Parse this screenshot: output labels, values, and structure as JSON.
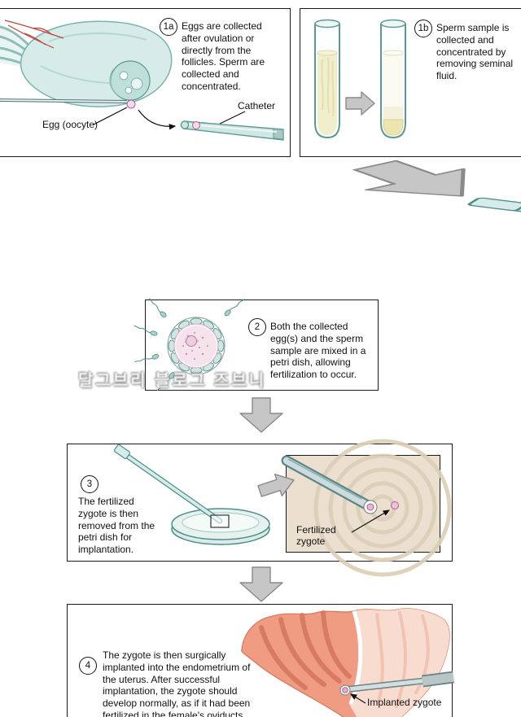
{
  "steps": {
    "s1a": {
      "badge": "1a",
      "text": "Eggs are collected after ovulation or directly from the follicles. Sperm are collected and concentrated."
    },
    "s1b": {
      "badge": "1b",
      "text": "Sperm sample is collected and concentrated by removing seminal fluid."
    },
    "s2": {
      "badge": "2",
      "text": "Both the collected egg(s) and the sperm sample are mixed in a petri dish, allowing fertilization to occur."
    },
    "s3": {
      "badge": "3",
      "text": "The fertilized zygote is then removed from the petri dish for implantation."
    },
    "s4": {
      "badge": "4",
      "text": "The zygote is then surgically implanted into the endometrium of the uterus. After successful implantation, the zygote should develop normally, as if it had been fertilized in the female's oviducts."
    }
  },
  "labels": {
    "egg_oocyte": "Egg (oocyte)",
    "catheter": "Catheter",
    "fertilized_zygote": "Fertilized zygote",
    "implanted_zygote": "Implanted zygote"
  },
  "watermark": "달그브리 블로그 즈브니",
  "colors": {
    "teal_fill": "#cfe6e2",
    "teal_stroke": "#5a9a94",
    "arrow_fill": "#c6c6c6",
    "arrow_stroke": "#8a8a8a",
    "uterus_red": "#ef9c82",
    "uterus_light": "#f8dcd0",
    "inset_beige": "#ebe0cf",
    "zygote_pink": "#e8b8d0"
  }
}
